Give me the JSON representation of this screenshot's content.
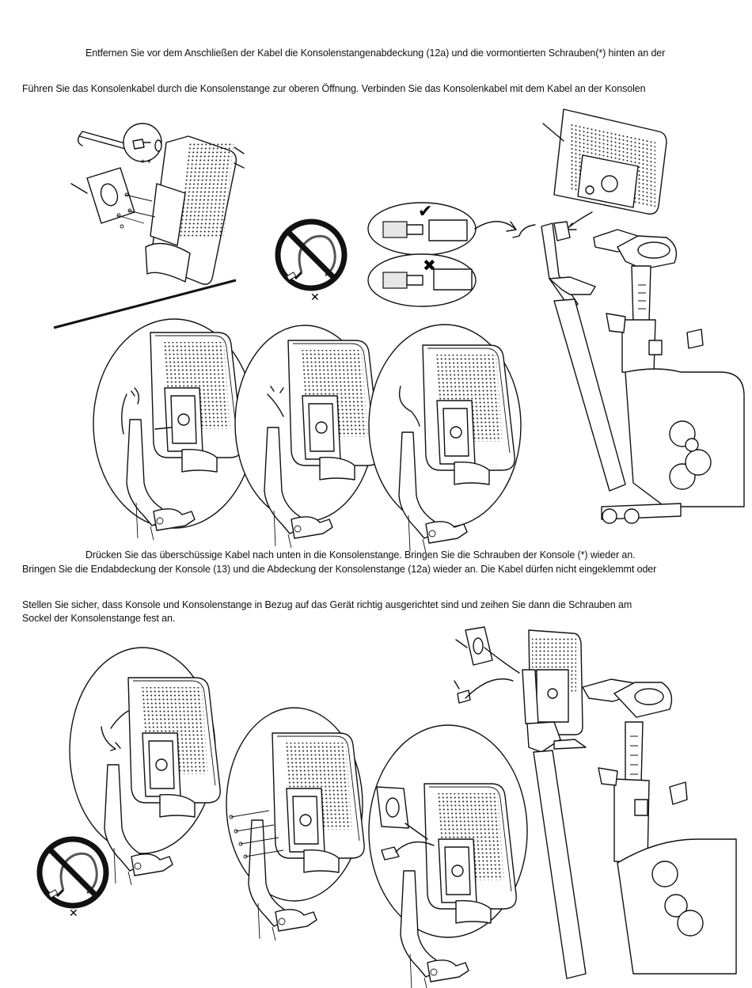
{
  "step1": {
    "line1": "Entfernen Sie vor dem Anschließen der Kabel die Konsolenstangenabdeckung (12a) und die vormontierten Schrauben(*) hinten an der",
    "line2": "Führen Sie das Konsolenkabel durch die Konsolenstange zur oberen Öffnung. Verbinden Sie das Konsolenkabel mit dem Kabel an der Konsolen"
  },
  "step2": {
    "line1": "Drücken Sie das überschüssige Kabel nach unten in die Konsolenstange. Bringen Sie die Schrauben der Konsole (*) wieder an.",
    "line2": "Bringen Sie die Endabdeckung der Konsole (13) und die Abdeckung der Konsolenstange (12a) wieder an. Die Kabel dürfen nicht eingeklemmt oder"
  },
  "step3": {
    "line1": "Stellen Sie sicher, dass Konsole und Konsolenstange in Bezug auf das Gerät richtig ausgerichtet sind und zeihen Sie dann die Schrauben am",
    "line2": "Sockel der Konsolenstange fest an."
  },
  "marks": {
    "screw_mark": "* *",
    "ok_mark": "✔",
    "wrong_mark": "✖",
    "no_mark_1": "✕",
    "no_mark_2": "✕"
  }
}
